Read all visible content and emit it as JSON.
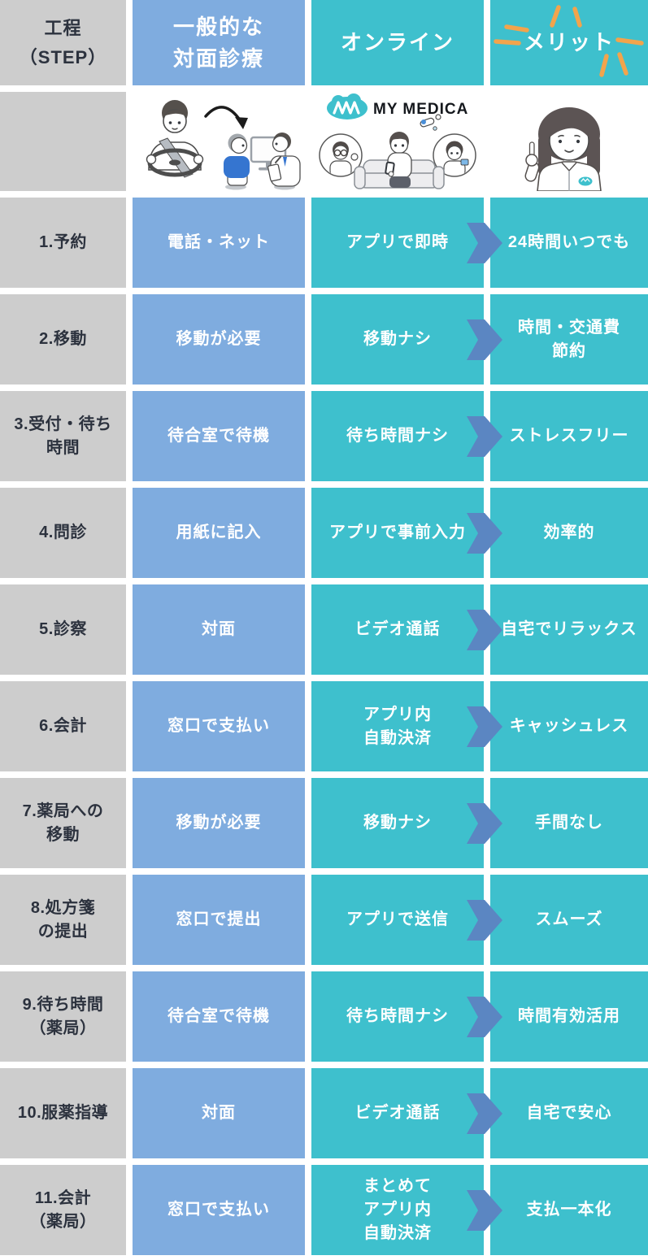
{
  "colors": {
    "step_column_gray": "#cdcdcd",
    "offline_column_blue": "#7facdf",
    "online_column_teal": "#3ec0cd",
    "arrow_blue": "#5b86c2",
    "burst_orange": "#f2a44c",
    "step_text": "#2c323e",
    "cell_text": "#ffffff"
  },
  "header": {
    "step": "工程\n（STEP）",
    "offline": "一般的な\n対面診療",
    "online": "オンライン",
    "merit": "メリット"
  },
  "illustrations": {
    "online_logo_text": "MY MEDICA"
  },
  "rows": [
    {
      "step": "1.予約",
      "offline": "電話・ネット",
      "online": "アプリで即時",
      "merit": "24時間いつでも"
    },
    {
      "step": "2.移動",
      "offline": "移動が必要",
      "online": "移動ナシ",
      "merit": "時間・交通費\n節約"
    },
    {
      "step": "3.受付・待ち\n時間",
      "offline": "待合室で待機",
      "online": "待ち時間ナシ",
      "merit": "ストレスフリー"
    },
    {
      "step": "4.問診",
      "offline": "用紙に記入",
      "online": "アプリで事前入力",
      "merit": "効率的"
    },
    {
      "step": "5.診察",
      "offline": "対面",
      "online": "ビデオ通話",
      "merit": "自宅でリラックス"
    },
    {
      "step": "6.会計",
      "offline": "窓口で支払い",
      "online": "アプリ内\n自動決済",
      "merit": "キャッシュレス"
    },
    {
      "step": "7.薬局への\n移動",
      "offline": "移動が必要",
      "online": "移動ナシ",
      "merit": "手間なし"
    },
    {
      "step": "8.処方箋\nの提出",
      "offline": "窓口で提出",
      "online": "アプリで送信",
      "merit": "スムーズ"
    },
    {
      "step": "9.待ち時間\n（薬局）",
      "offline": "待合室で待機",
      "online": "待ち時間ナシ",
      "merit": "時間有効活用"
    },
    {
      "step": "10.服薬指導",
      "offline": "対面",
      "online": "ビデオ通話",
      "merit": "自宅で安心"
    },
    {
      "step": "11.会計\n（薬局）",
      "offline": "窓口で支払い",
      "online": "まとめて\nアプリ内\n自動決済",
      "merit": "支払一本化"
    }
  ]
}
